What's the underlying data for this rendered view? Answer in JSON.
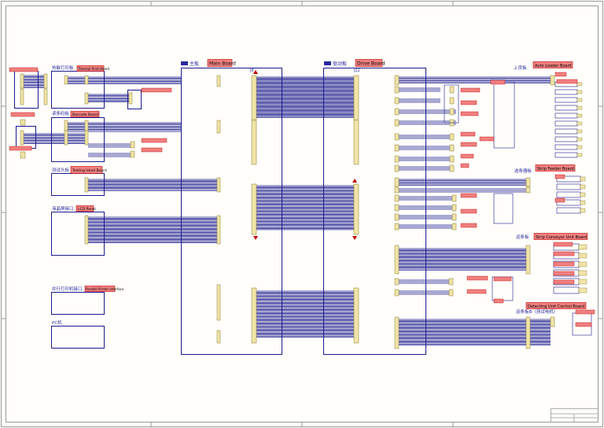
{
  "labels": {
    "main_board_cn": "主板",
    "main_board_en": "Main Board",
    "drive_board_cn": "驱动板",
    "drive_board_en": "Drive Board",
    "auto_loader_cn": "上货板",
    "auto_loader_en": "Auto Loader Board",
    "strip_feeder_cn": "选条器板",
    "strip_feeder_en": "Strip Feeder Board",
    "strip_conveyor_cn": "运条板",
    "strip_conveyor_en": "Strip Conveyor Unit Board",
    "detecting_cn": "运条板B（测试电机）",
    "detecting_en": "Detecting Unit Control Board",
    "thermal_printer_cn": "热敏打印板",
    "thermal_printer_en": "Thermal Print Board",
    "barcode_cn": "读条码板",
    "barcode_en": "Barcode Board",
    "test_head_cn": "测试头板",
    "test_head_en": "Testing Head Board",
    "lcd_cn": "液晶屏接口",
    "lcd_en": "LCD Panel",
    "parallel_printer_cn": "并行打印机接口",
    "parallel_printer_en": "Parallel Printer Interface",
    "pc_cn": "PC机",
    "j6": "J6",
    "j22": "J22"
  },
  "colors": {
    "border": "#9a9a9a",
    "wire": "#1a1a8c",
    "box": "#1a1a8c",
    "connector": "#f0e4a8",
    "label_fill": "#f08080",
    "label_stroke": "#c00000",
    "text_blue": "#2a2aa0",
    "marker_red": "#c00000"
  }
}
